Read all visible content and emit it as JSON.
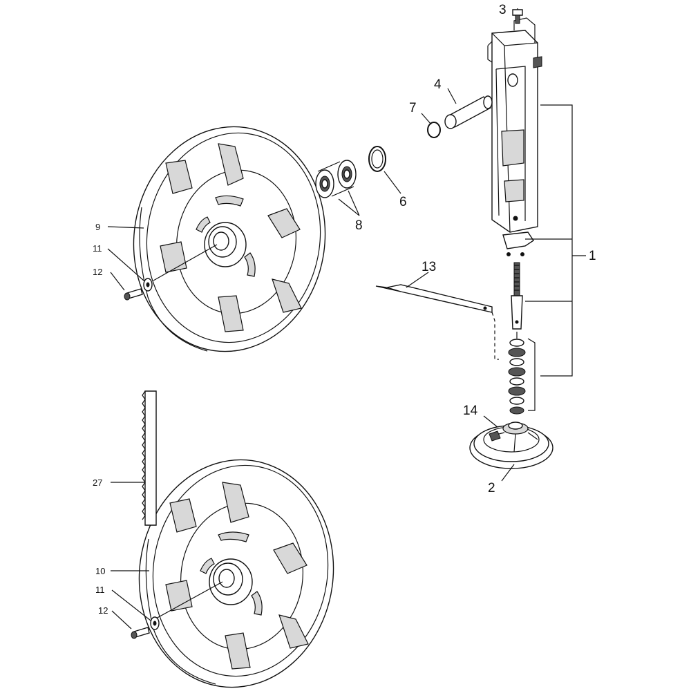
{
  "labels": {
    "p1": "1",
    "p2": "2",
    "p3": "3",
    "p4": "4",
    "p6": "6",
    "p7": "7",
    "p8": "8",
    "p9": "9",
    "p10": "10",
    "p11_upper": "11",
    "p12_upper": "12",
    "p11_lower": "11",
    "p12_lower": "12",
    "p13": "13",
    "p14": "14",
    "p27": "27"
  },
  "colors": {
    "line": "#111111",
    "background": "#ffffff",
    "shade": "#d8d8d8"
  }
}
